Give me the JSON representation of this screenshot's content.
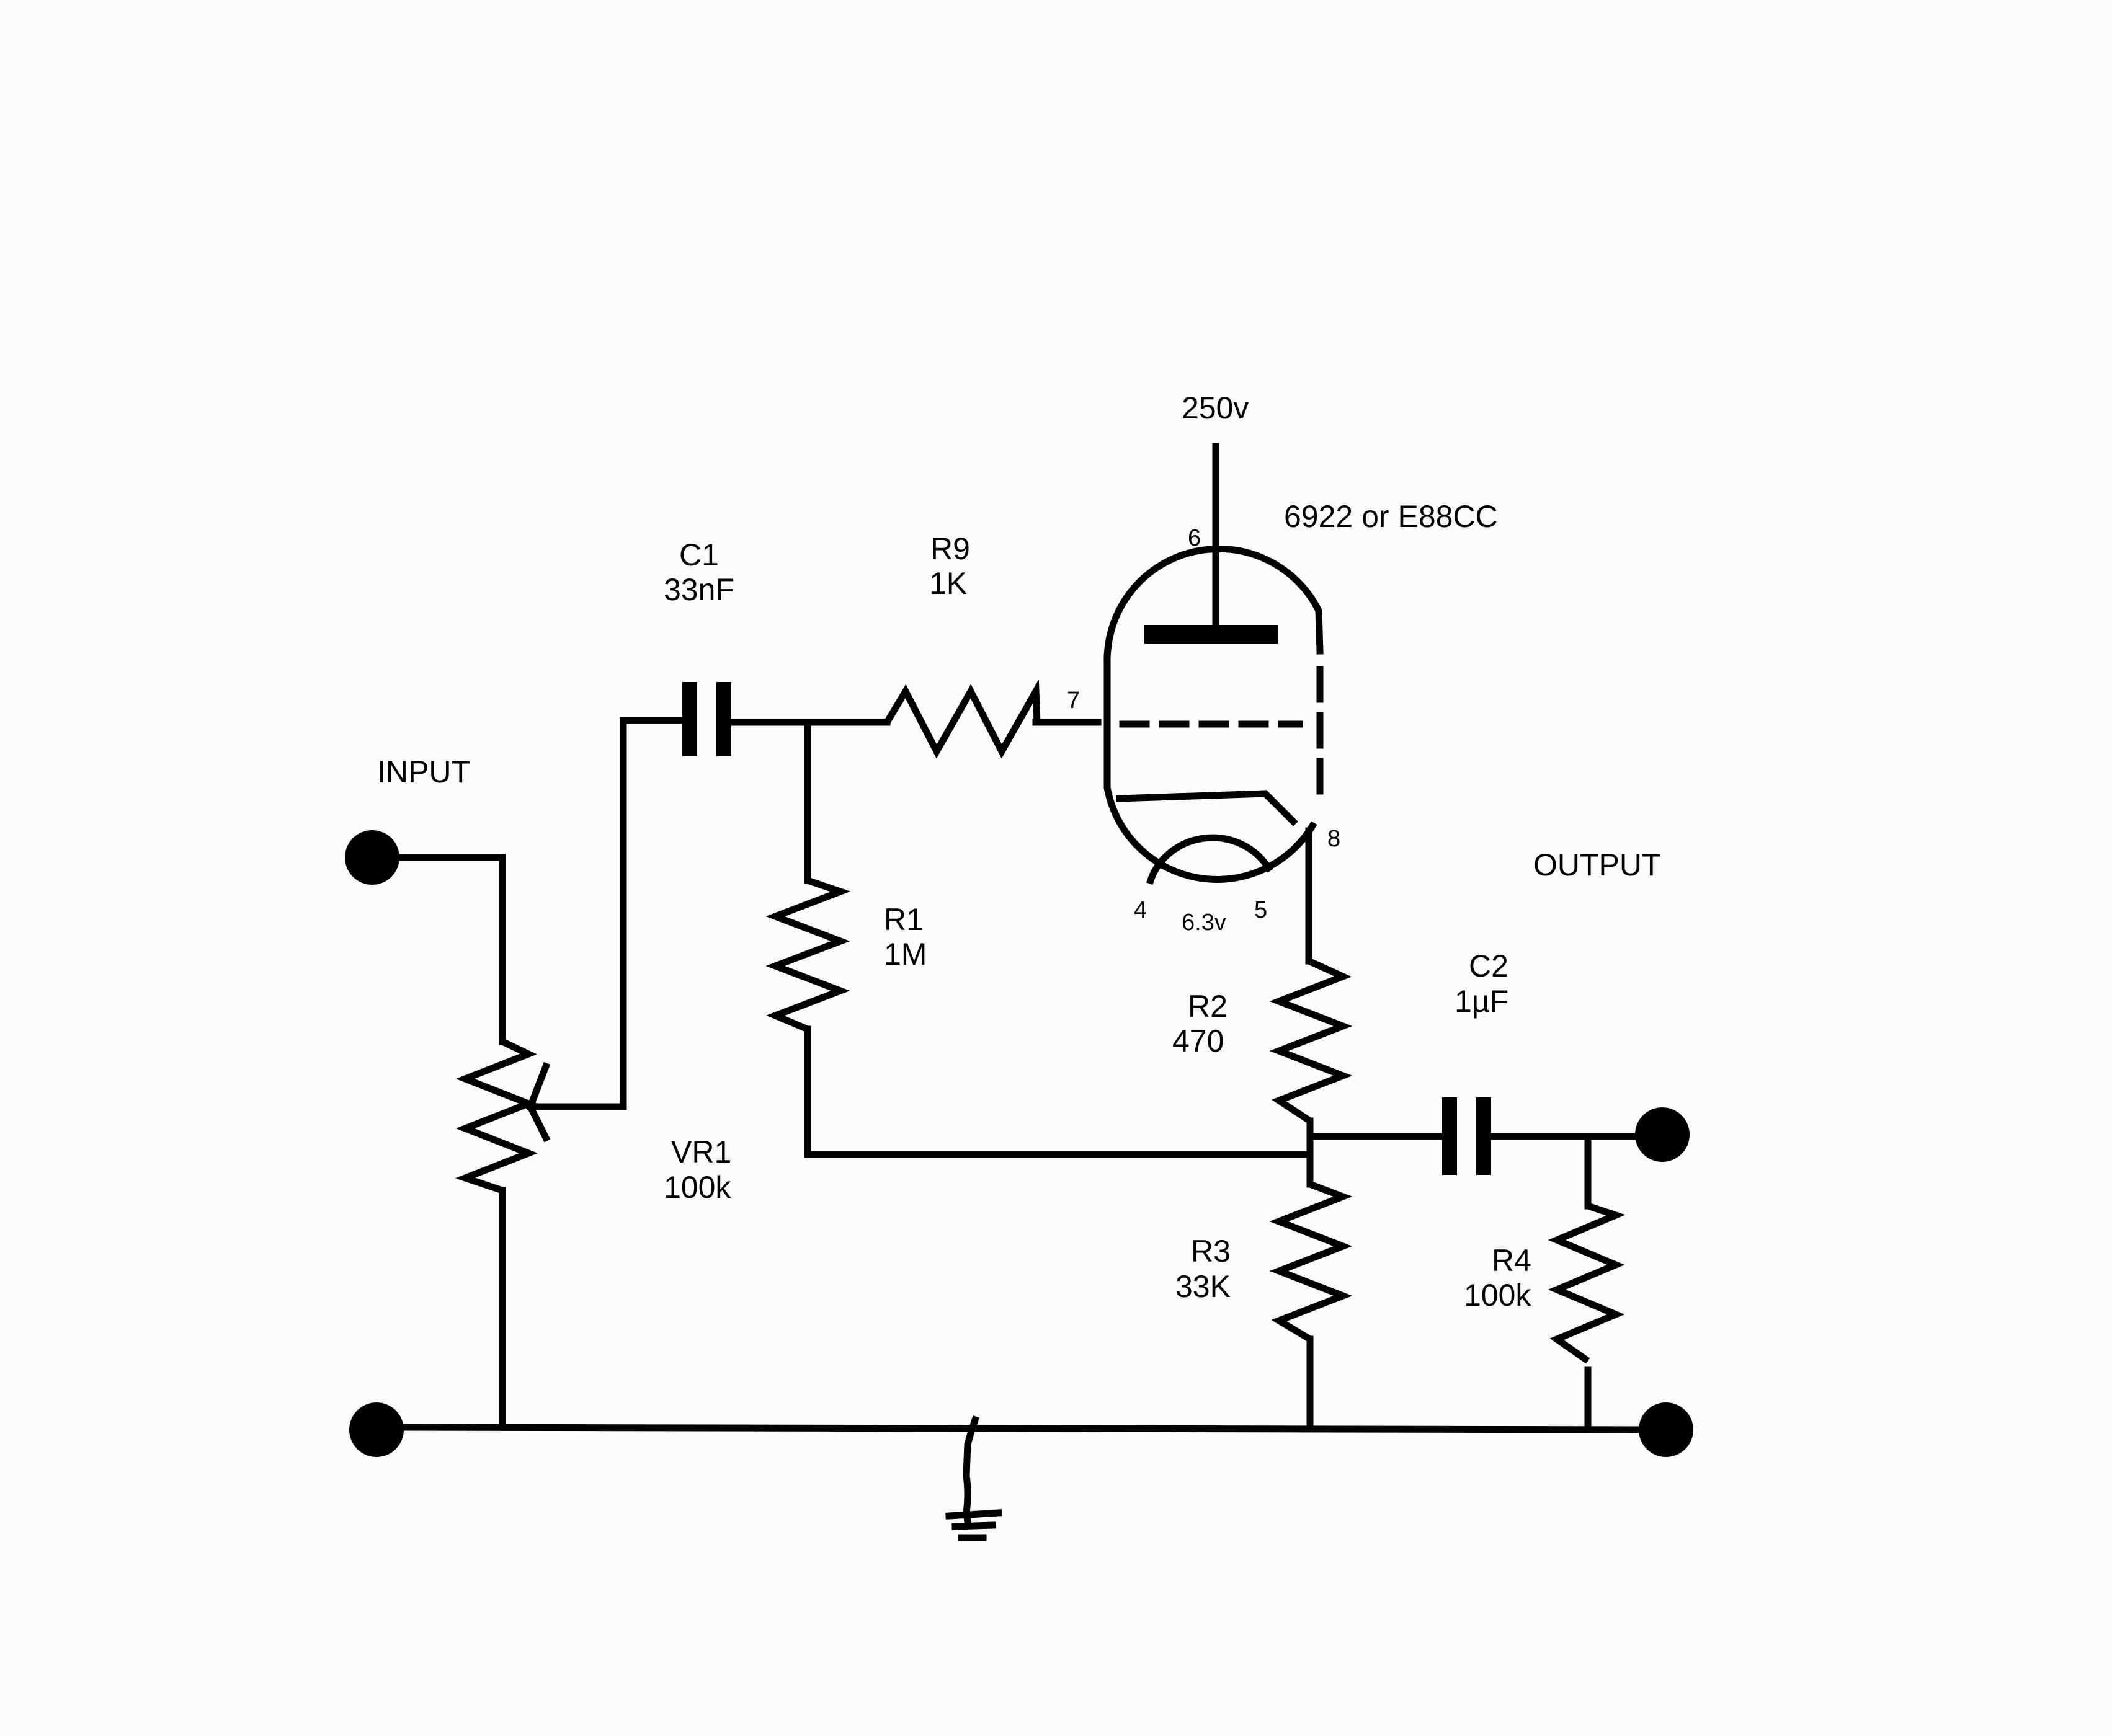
{
  "terminals": {
    "input": "INPUT",
    "output": "OUTPUT"
  },
  "supply": {
    "b_plus": "250v",
    "heater": "6.3v"
  },
  "tube": {
    "type": "6922 or E88CC",
    "pins": {
      "plate": "6",
      "grid": "7",
      "cathode": "8",
      "heater_a": "4",
      "heater_b": "5"
    }
  },
  "components": {
    "C1": {
      "ref": "C1",
      "value": "33nF"
    },
    "R9": {
      "ref": "R9",
      "value": "1K"
    },
    "R1": {
      "ref": "R1",
      "value": "1M"
    },
    "R2": {
      "ref": "R2",
      "value": "470"
    },
    "C2": {
      "ref": "C2",
      "value": "1µF"
    },
    "R3": {
      "ref": "R3",
      "value": "33K"
    },
    "R4": {
      "ref": "R4",
      "value": "100k"
    },
    "VR1": {
      "ref": "VR1",
      "value": "100k"
    }
  }
}
